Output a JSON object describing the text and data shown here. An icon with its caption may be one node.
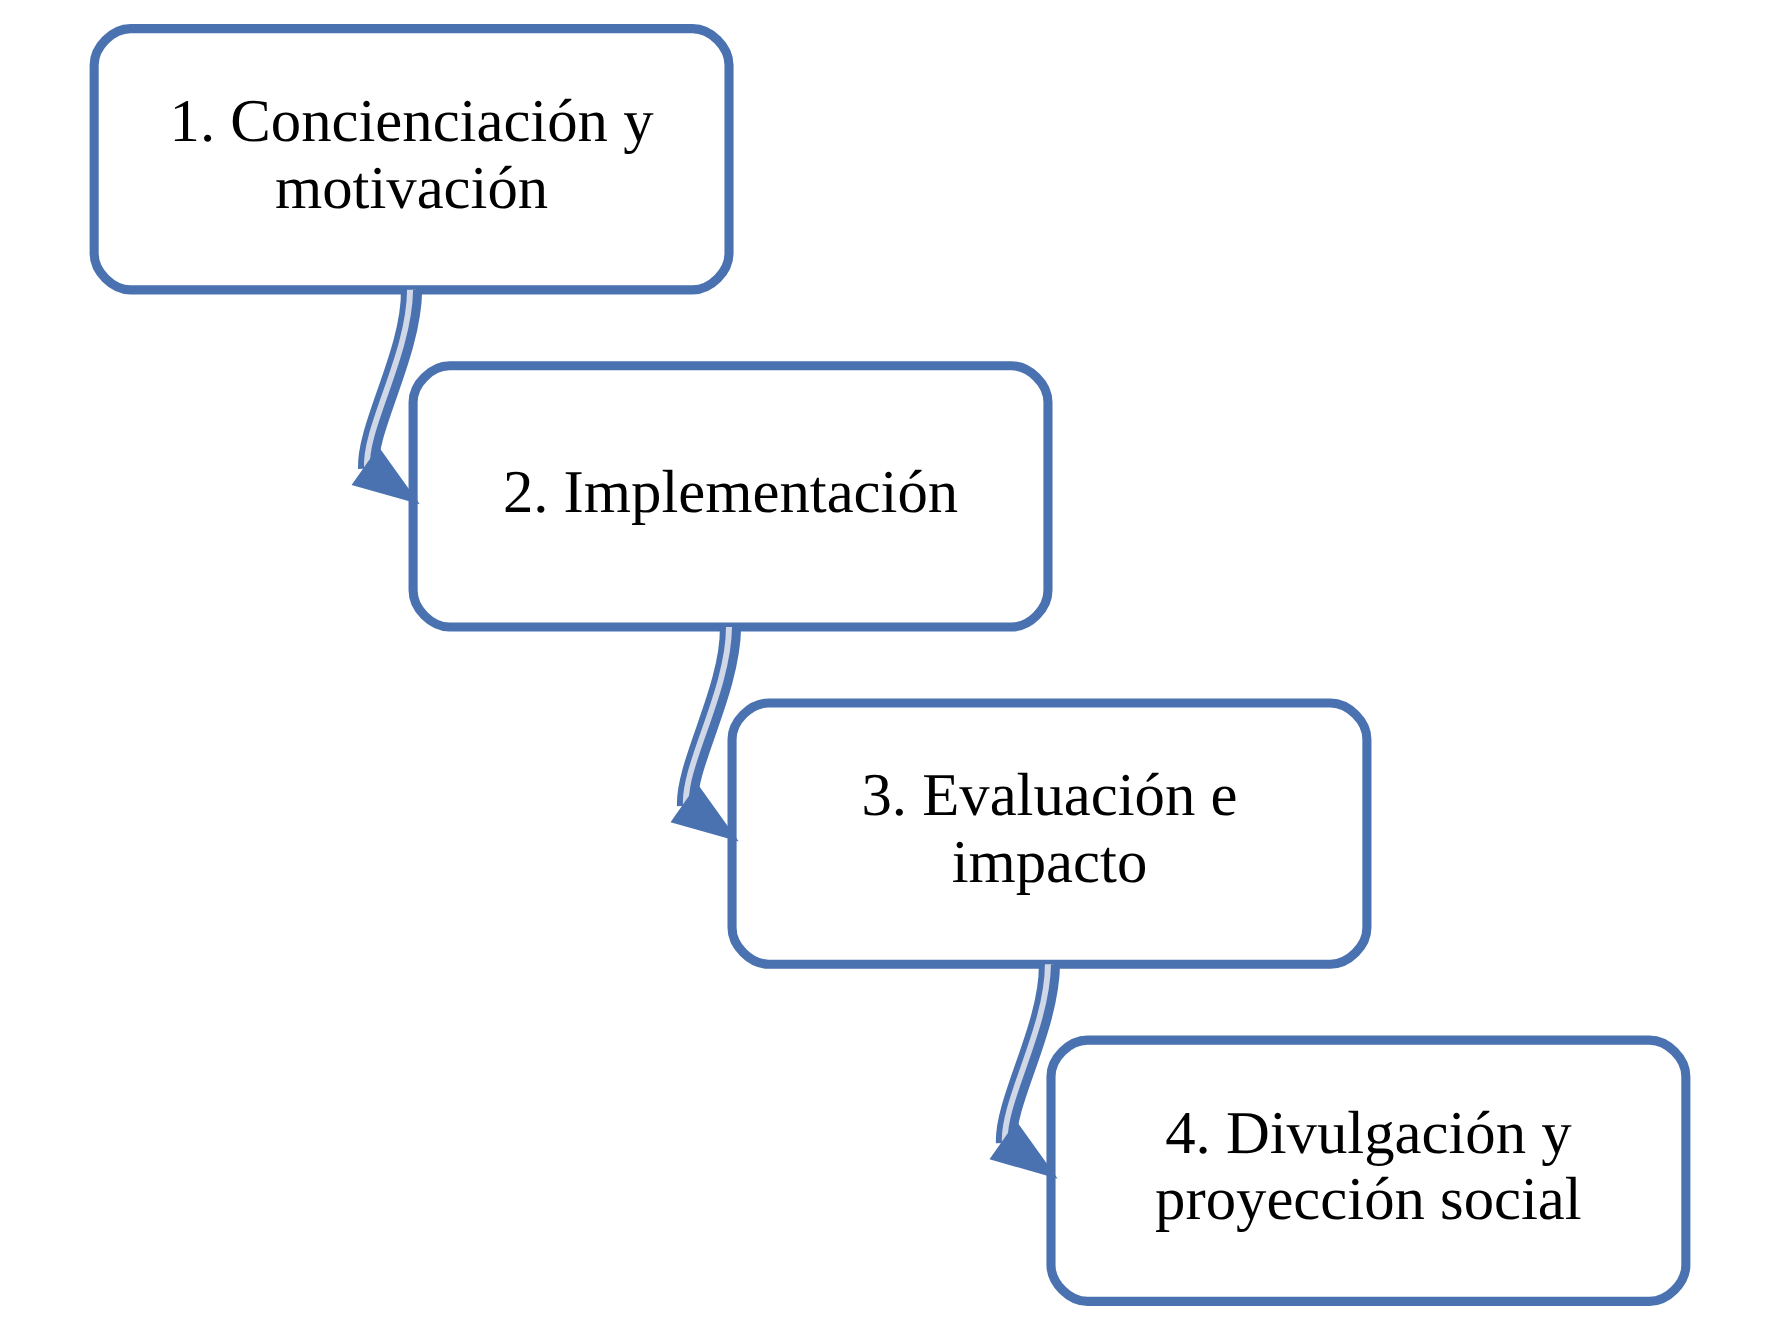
{
  "diagram": {
    "nodes": [
      {
        "text": [
          "1. Concienciación y motivación"
        ]
      },
      {
        "text": [
          "2. Implementación"
        ]
      },
      {
        "text": [
          "3. Evaluación e impacto"
        ]
      },
      {
        "text": [
          "4. Divulgación y proyección social"
        ]
      }
    ],
    "edges": [
      {
        "from": 0,
        "to": 1,
        "arrow": "to"
      },
      {
        "from": 1,
        "to": 2,
        "arrow": "to"
      },
      {
        "from": 2,
        "to": 3,
        "arrow": "to"
      }
    ]
  }
}
